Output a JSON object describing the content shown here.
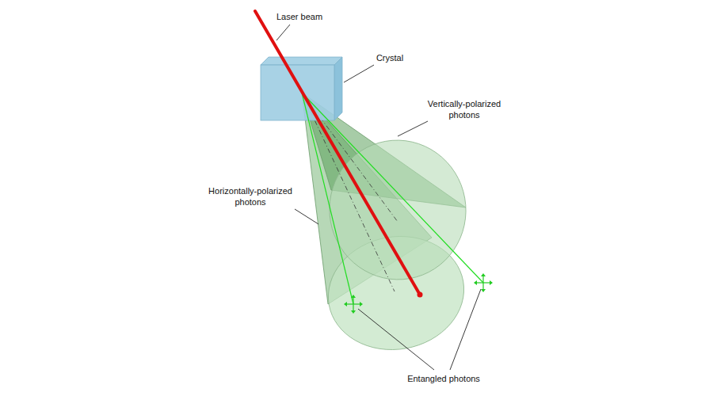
{
  "diagram": {
    "labels": [
      "Laser beam",
      "Crystal",
      "Vertically-polarized photons",
      "Horizontally-polarized photons",
      "Entangled photons"
    ]
  }
}
